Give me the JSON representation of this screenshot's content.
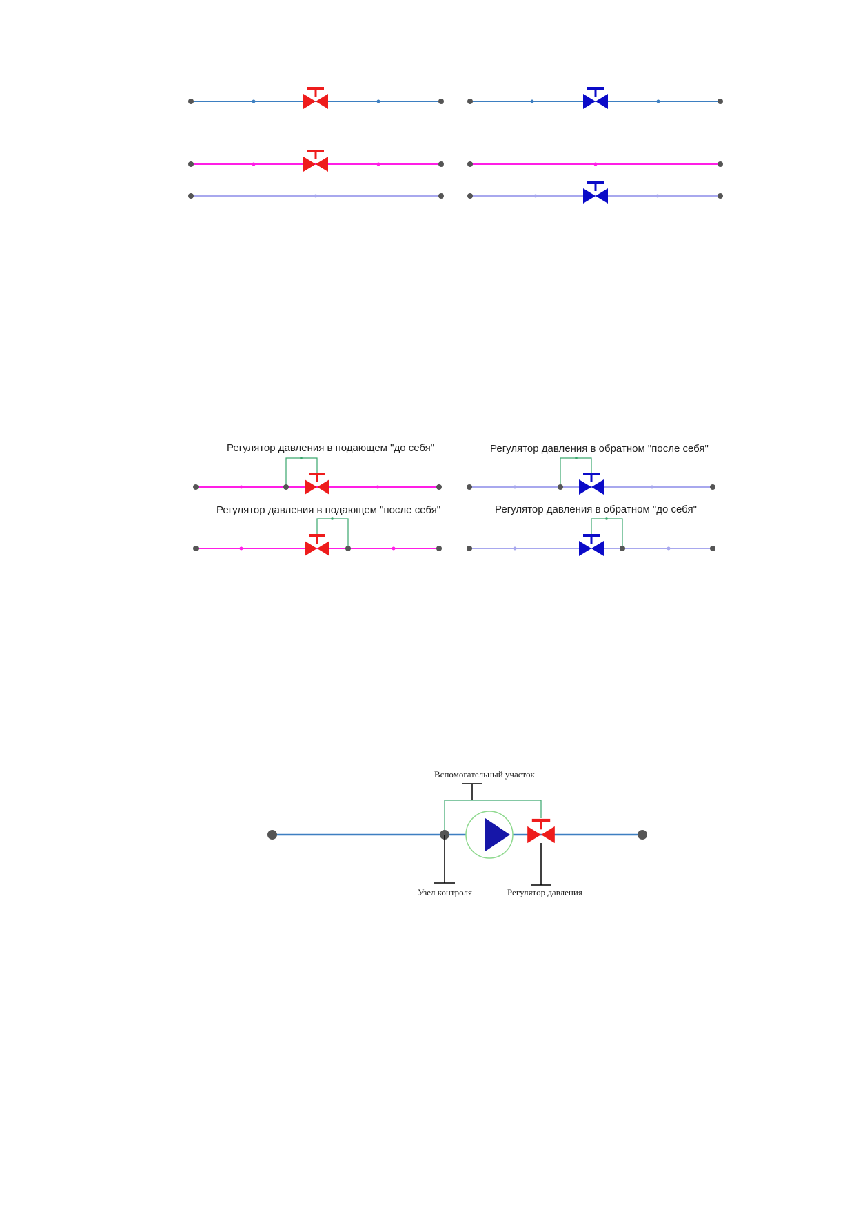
{
  "colors": {
    "supply_pipe": "#3d7fc1",
    "magenta_pipe": "#ff1ee6",
    "return_pipe": "#a8a8ee",
    "node": "#555555",
    "red_valve": "#ee1c1c",
    "blue_valve": "#0b0bc8",
    "impulse_line": "#3aa76d",
    "pump_fill": "#1616a8",
    "pump_ring": "#8fd98f"
  },
  "icons": {
    "valve": "gate-valve-icon",
    "pump": "pump-icon",
    "node": "node-dot-icon"
  },
  "figure1": {
    "caption_left": "",
    "caption_right": ""
  },
  "figure2": {
    "label_supply_before": "Регулятор давления в подающем \"до себя\"",
    "label_return_after": "Регулятор давления в обратном \"после себя\"",
    "label_supply_after": "Регулятор давления в подающем \"после себя\"",
    "label_return_before": "Регулятор давления в обратном \"до себя\""
  },
  "figure3": {
    "label_aux_section": "Вспомогательный участок",
    "label_control_node": "Узел контроля",
    "label_pressure_regulator": "Регулятор давления"
  }
}
